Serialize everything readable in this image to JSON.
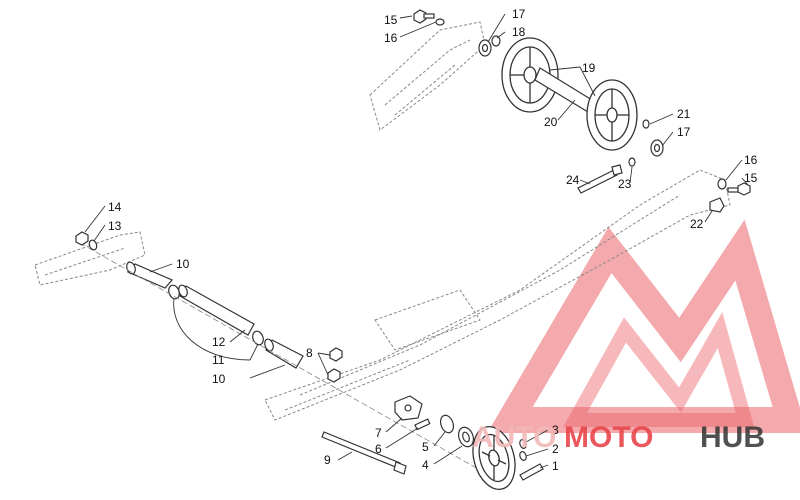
{
  "watermark": {
    "part1": "AUTO",
    "part2": "MOTO",
    "part3": "HUB",
    "color_primary": "#e8474c",
    "color_secondary": "#f2b8b8",
    "color_dark": "#333333"
  },
  "callouts": [
    "1",
    "2",
    "3",
    "4",
    "5",
    "6",
    "7",
    "8",
    "9",
    "10",
    "11",
    "12",
    "13",
    "14",
    "15",
    "16",
    "17",
    "18",
    "19",
    "20",
    "21",
    "22",
    "23",
    "24"
  ],
  "colors": {
    "line": "#333333",
    "frame": "#888888",
    "fill": "#ffffff"
  }
}
